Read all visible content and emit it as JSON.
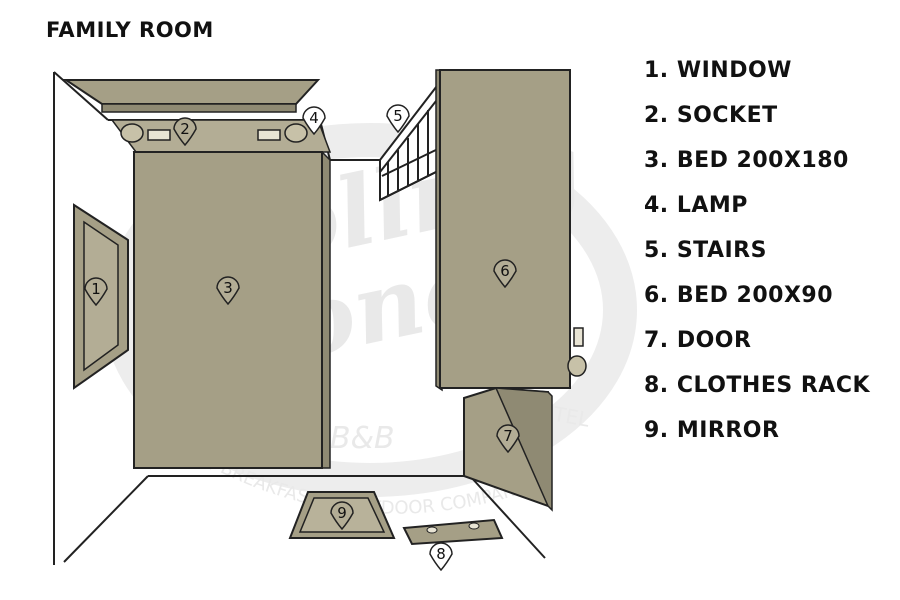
{
  "title": "FAMILY ROOM",
  "legend": [
    "1. WINDOW",
    "2. SOCKET",
    "3. BED 200X180",
    "4. LAMP",
    "5. STAIRS",
    "6. BED 200X90",
    "7. DOOR",
    "8. CLOTHES RACK",
    "9. MIRROR"
  ],
  "markers": {
    "window": "1",
    "socket": "2",
    "bed_double": "3",
    "lamp": "4",
    "stairs": "5",
    "bed_single": "6",
    "door": "7",
    "clothes_rack": "8",
    "mirror": "9"
  },
  "watermark": {
    "line1": "Rolling",
    "line2": "Stones",
    "bb": "B&B",
    "hostel": "HOSTEL",
    "arc": "B-O, BREAKFAST & OUTDOOR COMPANY"
  },
  "colors": {
    "furniture": "#a59f86",
    "outline": "#222222",
    "watermark": "#e9e9e9"
  }
}
